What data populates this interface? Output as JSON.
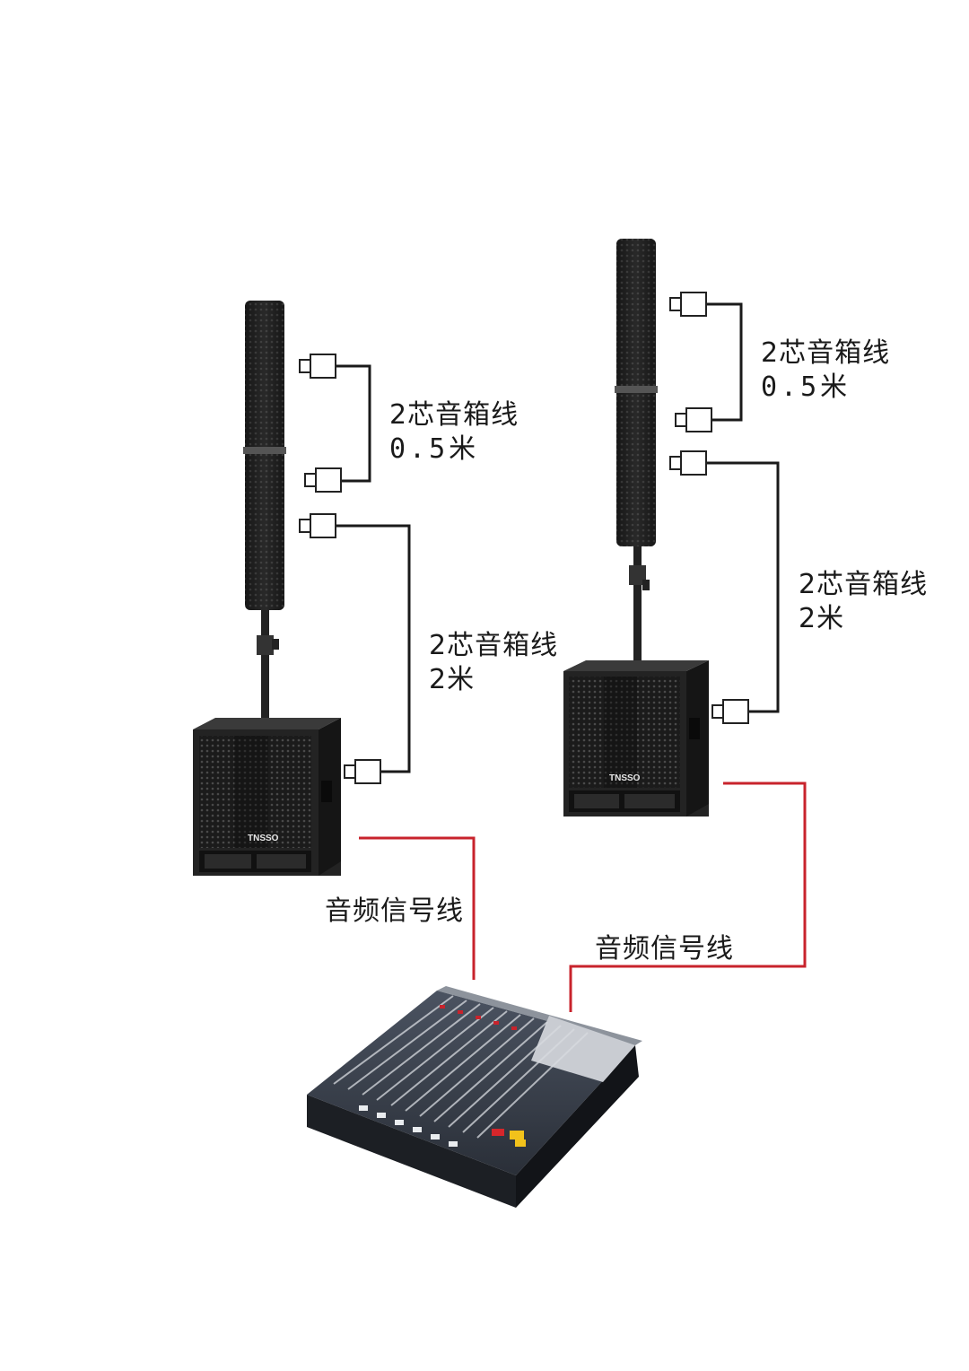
{
  "colors": {
    "background": "#ffffff",
    "speaker_wire": "#1a1a1a",
    "signal_wire": "#c8232c",
    "cabinet": "#1e1e1e",
    "mixer_body": "#2a2d33"
  },
  "left_setup": {
    "short_cable": {
      "line1": "2芯音箱线",
      "line2": "0.5米"
    },
    "long_cable": {
      "line1": "2芯音箱线",
      "line2": "2米"
    },
    "signal_cable": {
      "label": "音频信号线"
    },
    "subwoofer_logo": "TNSSO"
  },
  "right_setup": {
    "short_cable": {
      "line1": "2芯音箱线",
      "line2": "0.5米"
    },
    "long_cable": {
      "line1": "2芯音箱线",
      "line2": "2米"
    },
    "signal_cable": {
      "label": "音频信号线"
    },
    "subwoofer_logo": "TNSSO"
  },
  "icons": {
    "column_speaker": "column-speaker-icon",
    "subwoofer": "subwoofer-icon",
    "connector": "speakon-connector-icon",
    "mixer": "audio-mixer-icon"
  }
}
